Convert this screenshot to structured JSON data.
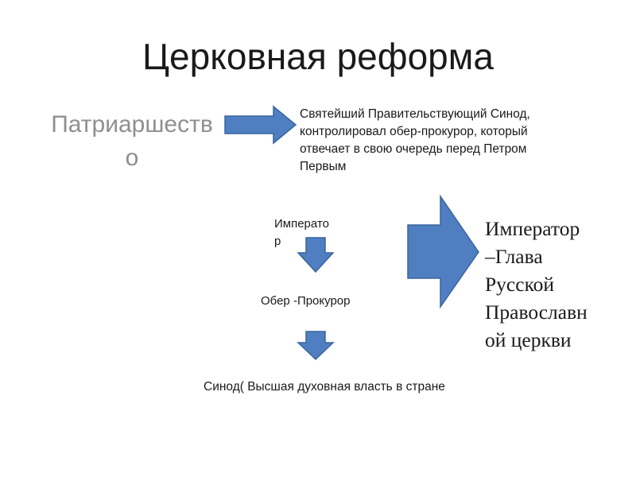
{
  "title": "Церковная реформа",
  "patriarchate": {
    "line1": "Патриаршеств",
    "line2": "о"
  },
  "synod_description": "Святейший Правительствующий Синод, контролировал обер-прокурор, который отвечает в свою очередь перед Петром Первым",
  "hierarchy": {
    "emperor": {
      "line1": "Императо",
      "line2": "р"
    },
    "ober_procurator": "Обер -Прокурор",
    "synod": "Синод( Высшая духовная власть в стране"
  },
  "conclusion": [
    "Император",
    "–Глава",
    "Русской",
    "Православн",
    "ой церкви"
  ],
  "colors": {
    "arrow_fill": "#4f7fc0",
    "arrow_stroke": "#3a64a0",
    "faded_text": "#8f8f8f"
  },
  "icons": [
    "right-arrow-icon",
    "down-arrow-icon",
    "down-arrow-icon",
    "large-right-arrow-icon"
  ]
}
